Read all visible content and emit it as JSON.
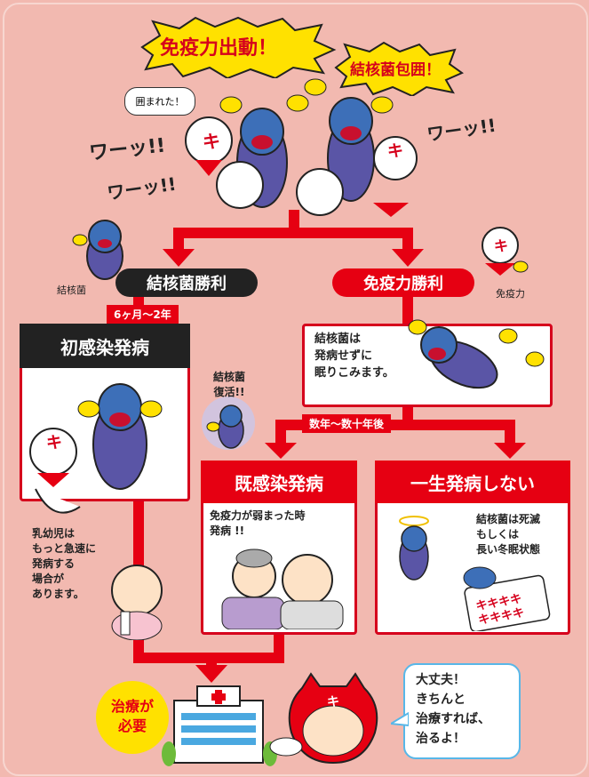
{
  "top": {
    "burst1": "免疫力出動！",
    "burst2": "結核菌包囲！",
    "speech": "囲まれた！",
    "shout1": "ワーッ!!",
    "shout2": "ワーッ!!",
    "shout3": "ワーッ!!"
  },
  "branches": {
    "left_label": "結核菌勝利",
    "right_label": "免疫力勝利",
    "left_char": "結核菌",
    "right_char": "免疫力",
    "left_time": "6ヶ月〜2年",
    "mid_time": "数年〜数十年後"
  },
  "initial": {
    "title": "初感染発病",
    "infant_note": "乳幼児は\nもっと急速に\n発病する\n場合が\nあります。"
  },
  "dormant": {
    "text": "結核菌は\n発病せずに\n眠りこみます。"
  },
  "revival": "結核菌\n復活!!",
  "latent": {
    "title": "既感染発病",
    "text": "免疫力が弱まった時\n発病 !!"
  },
  "never": {
    "title": "一生発病しない",
    "text": "結核菌は死滅\nもしくは\n長い冬眠状態"
  },
  "bottom": {
    "treatment": "治療が\n必要",
    "bubble": "大丈夫！\nきちんと\n治療すれば、\n治るよ！"
  },
  "colors": {
    "red": "#e60012",
    "dark": "#222222",
    "bg": "#f2b9b0",
    "yellow": "#ffe100"
  }
}
